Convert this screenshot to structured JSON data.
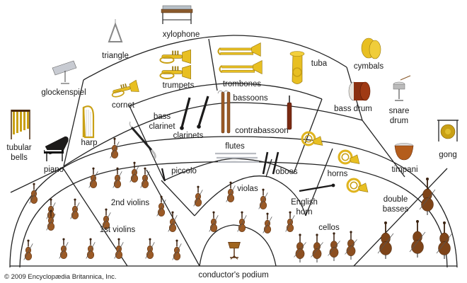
{
  "labels": {
    "xylophone": "xylophone",
    "triangle": "triangle",
    "glockenspiel": "glockenspiel",
    "tubular_bells": [
      "tubular",
      "bells"
    ],
    "piano": "piano",
    "harp": "harp",
    "cornet": "cornet",
    "trumpets": "trumpets",
    "trombones": "trombones",
    "tuba": "tuba",
    "cymbals": "cymbals",
    "bass_drum": "bass drum",
    "snare_drum": [
      "snare",
      "drum"
    ],
    "gong": "gong",
    "timpani": "timpani",
    "bassoons": "bassoons",
    "contrabassoon": "contrabassoon",
    "bass_clarinet": [
      "bass",
      "clarinet"
    ],
    "clarinets": "clarinets",
    "flutes": "flutes",
    "piccolo": "piccolo",
    "oboes": "oboes",
    "english_horn": [
      "English",
      "horn"
    ],
    "horns": "horns",
    "violas": "violas",
    "second_violins": "2nd violins",
    "first_violins": "1st violins",
    "cellos": "cellos",
    "double_basses": [
      "double",
      "basses"
    ],
    "conductors_podium": "conductor's podium"
  },
  "copyright": "© 2009 Encyclopædia Britannica, Inc.",
  "colors": {
    "brass": "#e8bf22",
    "wood": "#9b5a26",
    "line": "#222222"
  },
  "icons": [
    "xylophone-icon",
    "triangle-icon",
    "glockenspiel-icon",
    "tubular-bells-icon",
    "piano-icon",
    "harp-icon",
    "cornet-icon",
    "trumpet-icon",
    "trombone-icon",
    "tuba-icon",
    "cymbals-icon",
    "bass-drum-icon",
    "snare-drum-icon",
    "gong-icon",
    "timpani-icon",
    "bassoon-icon",
    "contrabassoon-icon",
    "bass-clarinet-icon",
    "clarinet-icon",
    "flute-icon",
    "piccolo-icon",
    "oboe-icon",
    "english-horn-icon",
    "french-horn-icon",
    "viola-icon",
    "violin-icon",
    "cello-icon",
    "double-bass-icon",
    "music-stand-icon"
  ]
}
